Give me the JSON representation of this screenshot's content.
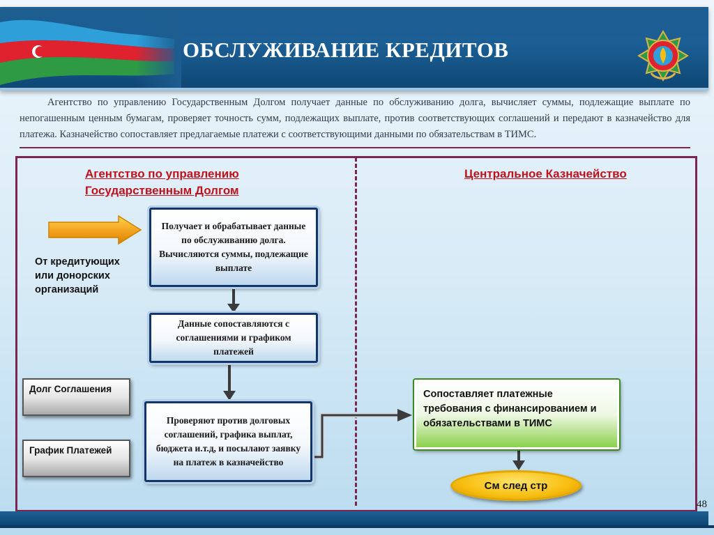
{
  "header": {
    "title": "ОБСЛУЖИВАНИЕ КРЕДИТОВ"
  },
  "intro": "Агентство по управлению Государственным Долгом получает данные по обслуживанию долга, вычисляет  суммы, подлежащие выплате по непогашенным ценным бумагам, проверяет точность сумм, подлежащих выплате,   против соответствующих соглашений и передают в казначейство для платежа.  Казначейство сопоставляет предлагаемые платежи с соответствующими данными по обязательствам в ТИМС.",
  "columns": {
    "agency": "Агентство по управлению Государственным Долгом",
    "treasury": "Центральное Казначейство"
  },
  "flow": {
    "source": "От кредитующих или донорских организаций",
    "receive": "Получает и обрабатывает данные по обслуживанию долга. Вычисляются суммы, подлежащие выплате",
    "compare": "Данные сопоставляются с соглашениями и графиком платежей",
    "check": "Проверяют против долговых соглашений, графика выплат, бюджета и.т.д, и посылают заявку на платеж в казначейство",
    "debt_agreements": "Долг Соглашения",
    "payment_schedule": "График Платежей",
    "treasury_action": "Сопоставляет платежные требования с финансированием и обязательствами в ТИМС",
    "next_page": "См след стр"
  },
  "page_number": "48",
  "colors": {
    "header_blue": "#1b5f95",
    "frame_maroon": "#7a2650",
    "heading_red": "#c0121c",
    "arrow_orange": "#f5a623",
    "button_gold": "#f7be10",
    "green_box": "#8cd14c"
  }
}
